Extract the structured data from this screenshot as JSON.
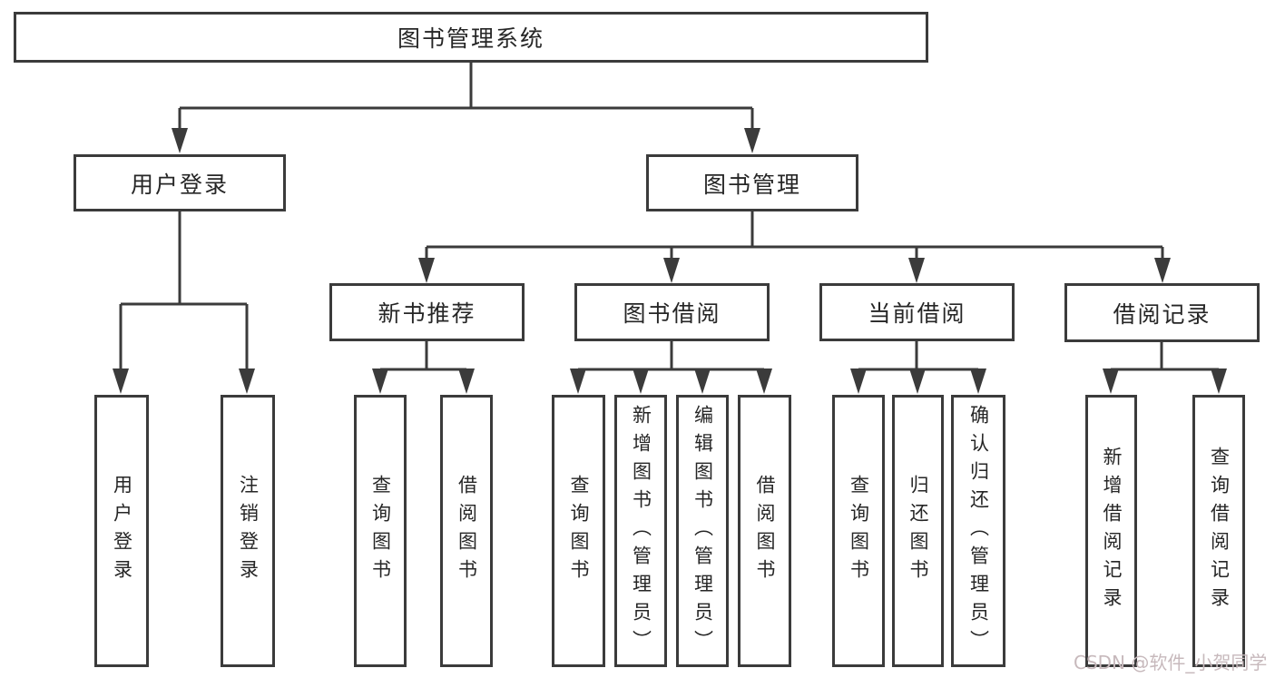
{
  "tree": {
    "label": "图书管理系统",
    "children": [
      {
        "label": "用户登录",
        "children": [
          {
            "label": "用户登录"
          },
          {
            "label": "注销登录"
          }
        ]
      },
      {
        "label": "图书管理",
        "children": [
          {
            "label": "新书推荐",
            "children": [
              {
                "label": "查询图书"
              },
              {
                "label": "借阅图书"
              }
            ]
          },
          {
            "label": "图书借阅",
            "children": [
              {
                "label": "查询图书"
              },
              {
                "label": "新增图书（管理员）"
              },
              {
                "label": "编辑图书（管理员）"
              },
              {
                "label": "借阅图书"
              }
            ]
          },
          {
            "label": "当前借阅",
            "children": [
              {
                "label": "查询图书"
              },
              {
                "label": "归还图书"
              },
              {
                "label": "确认归还（管理员）"
              }
            ]
          },
          {
            "label": "借阅记录",
            "children": [
              {
                "label": "新增借阅记录"
              },
              {
                "label": "查询借阅记录"
              }
            ]
          }
        ]
      }
    ]
  },
  "watermark": {
    "text": "CSDN @软件_小贺同学"
  },
  "colors": {
    "line": "#3b3b3b",
    "text": "#262626",
    "background": "#ffffff",
    "watermark": "#c7b9bc"
  }
}
